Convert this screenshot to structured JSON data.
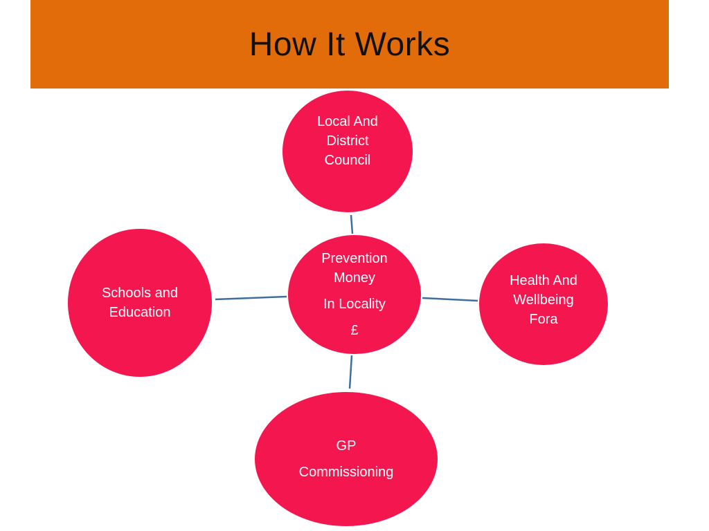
{
  "title": "How It Works",
  "colors": {
    "header_background": "#E36C0A",
    "node_fill": "#F4174F",
    "connector": "#3E6E9C",
    "node_text": "#FFFFFF"
  },
  "nodes": {
    "top": {
      "lines": [
        "Local And",
        "District",
        "Council"
      ]
    },
    "left": {
      "lines": [
        "Schools and",
        "Education"
      ]
    },
    "center": {
      "lines": [
        "Prevention",
        "Money",
        "In Locality",
        "£"
      ]
    },
    "right": {
      "lines": [
        "Health And",
        "Wellbeing",
        "Fora"
      ]
    },
    "bottom": {
      "lines": [
        "GP",
        "Commissioning"
      ]
    }
  }
}
